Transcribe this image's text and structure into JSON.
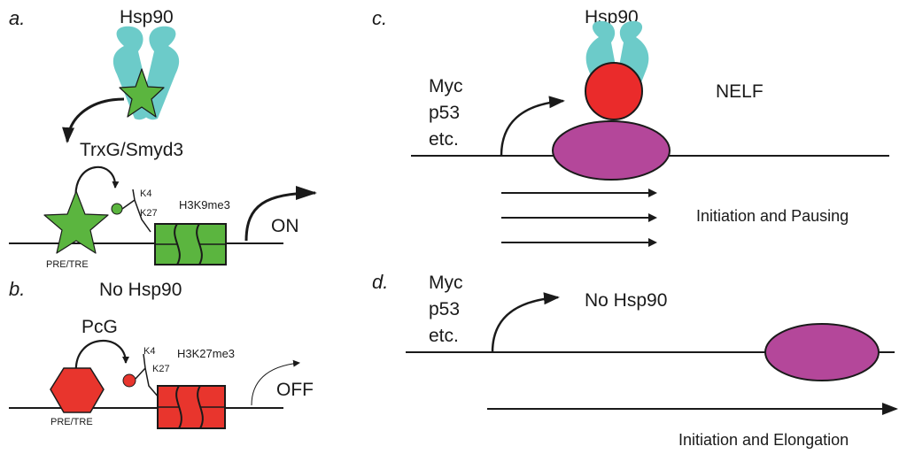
{
  "panels": {
    "a": {
      "letter": "a.",
      "hsp90": "Hsp90",
      "complex": "TrxG/Smyd3",
      "k4": "K4",
      "k27": "K27",
      "mark": "H3K9me3",
      "element": "PRE/TRE",
      "state": "ON"
    },
    "b": {
      "letter": "b.",
      "hsp90": "No Hsp90",
      "complex": "PcG",
      "k4": "K4",
      "k27": "K27",
      "mark": "H3K27me3",
      "element": "PRE/TRE",
      "state": "OFF"
    },
    "c": {
      "letter": "c.",
      "hsp90": "Hsp90",
      "factors": [
        "Myc",
        "p53",
        "etc."
      ],
      "nelf": "NELF",
      "process": "Initiation and Pausing"
    },
    "d": {
      "letter": "d.",
      "hsp90": "No Hsp90",
      "factors": [
        "Myc",
        "p53",
        "etc."
      ],
      "process": "Initiation and Elongation"
    }
  },
  "colors": {
    "hsp90_teal": "#6ccbc9",
    "trxg_green": "#5bb53f",
    "pcg_red": "#e8352d",
    "polii_magenta": "#b4479a",
    "nelf_red": "#ea2b2b",
    "line": "#1a1a1a"
  }
}
